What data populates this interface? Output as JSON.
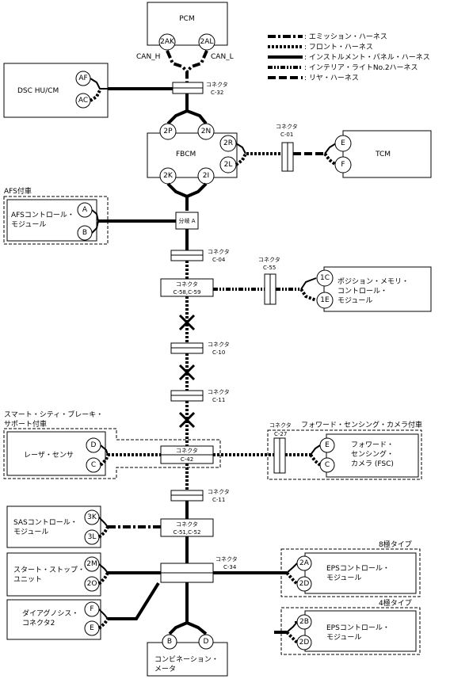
{
  "legend": [
    {
      "style": "hE",
      "label": ": エミッション・ハーネス"
    },
    {
      "style": "hF",
      "label": ": フロント・ハーネス"
    },
    {
      "style": "hI",
      "label": ": インストルメント・パネル・ハーネス"
    },
    {
      "style": "hN",
      "label": ": インテリア・ライトNo.2ハーネス"
    },
    {
      "style": "hR",
      "label": ": リヤ・ハーネス"
    }
  ],
  "modules": {
    "pcm": "PCM",
    "dsc": "DSC HU/CM",
    "fbcm": "FBCM",
    "tcm": "TCM",
    "afs_line1": "AFSコントロール・",
    "afs_line2": "モジュール",
    "position_line1": "ポジション・メモリ・",
    "position_line2": "コントロール・",
    "position_line3": "モジュール",
    "laser": "レーザ・センサ",
    "fsc_line1": "フォワード・",
    "fsc_line2": "センシング・",
    "fsc_line3": "カメラ (FSC)",
    "sas_line1": "SASコントロール・",
    "sas_line2": "モジュール",
    "startstop_line1": "スタート・ストップ・",
    "startstop_line2": "ユニット",
    "diag_line1": "ダイアグノシス・",
    "diag_line2": "コネクタ2",
    "eps_line1": "EPSコントロール・",
    "eps_line2": "モジュール",
    "combi_line1": "コンビネーション・",
    "combi_line2": "メータ"
  },
  "pins": {
    "pcm_h": "2AK",
    "pcm_l": "2AL",
    "dsc_h": "AF",
    "dsc_l": "AC",
    "fbcm_2p": "2P",
    "fbcm_2n": "2N",
    "fbcm_2r": "2R",
    "fbcm_2l": "2L",
    "fbcm_2k": "2K",
    "fbcm_2i": "2I",
    "tcm_e": "E",
    "tcm_f": "F",
    "afs_a": "A",
    "afs_b": "B",
    "pos_1c": "1C",
    "pos_1e": "1E",
    "laser_d": "D",
    "laser_c": "C",
    "fsc_e": "E",
    "fsc_c": "C",
    "sas_3k": "3K",
    "sas_3l": "3L",
    "ss_2m": "2M",
    "ss_2o": "2O",
    "diag_f": "F",
    "diag_e": "E",
    "eps8_2a": "2A",
    "eps8_2d": "2D",
    "eps4_2b": "2B",
    "eps4_2d": "2D",
    "combi_b": "B",
    "combi_d": "D"
  },
  "labels": {
    "can_h": "CAN_H",
    "can_l": "CAN_L",
    "connector": "コネクタ",
    "c32": "C-32",
    "c01": "C-01",
    "c04": "C-04",
    "c55": "C-55",
    "c58": "C-58,C-59",
    "c10": "C-10",
    "c11a": "C-11",
    "c42": "C-42",
    "c27": "C-27",
    "c11b": "C-11",
    "c51": "C-51,C-52",
    "c34": "C-34",
    "junction_a": "分岐 A",
    "afs_option": "AFS付車",
    "scbs_option_line1": "スマート・シティ・ブレーキ・",
    "scbs_option_line2": "サポート付車",
    "fsc_option": "フォワード・センシング・カメラ付車",
    "eps8": "8極タイプ",
    "eps4": "4極タイプ"
  }
}
